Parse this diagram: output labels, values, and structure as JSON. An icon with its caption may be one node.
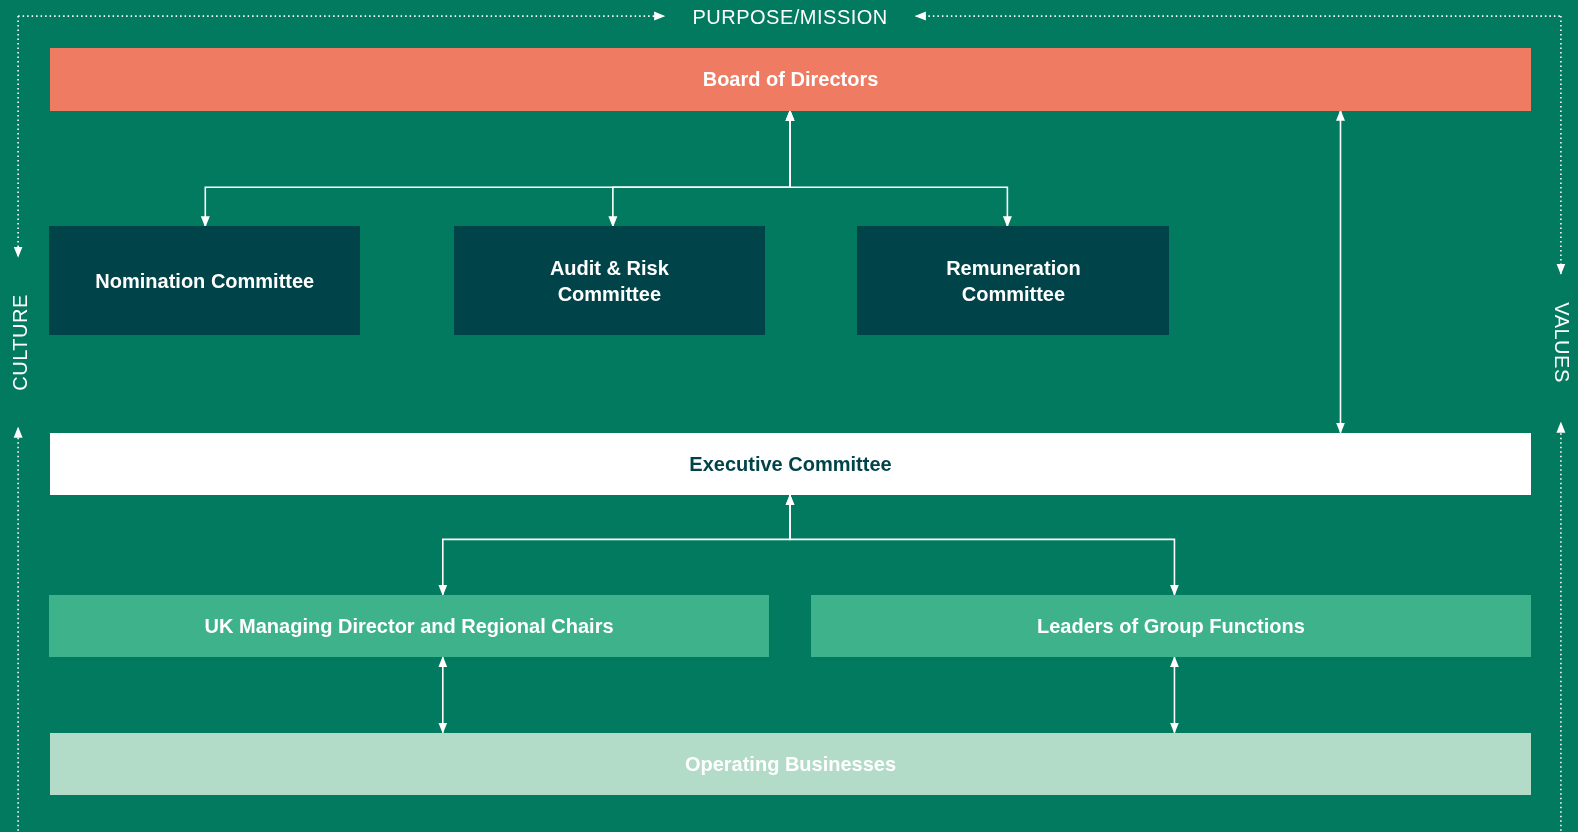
{
  "diagram": {
    "nodes": [
      {
        "text": [
          "Board of Directors"
        ]
      },
      {
        "text": [
          "Nomination Committee"
        ]
      },
      {
        "text": [
          "Audit & Risk Committee"
        ]
      },
      {
        "text": [
          "Remuneration Committee"
        ]
      },
      {
        "text": [
          "Executive Committee"
        ]
      },
      {
        "text": [
          "UK Managing Director and Regional Chairs"
        ]
      },
      {
        "text": [
          "Leaders of Group Functions"
        ]
      },
      {
        "text": [
          "Operating Businesses"
        ]
      }
    ],
    "edges": [
      {
        "from": 0,
        "to": 1,
        "arrow": "both"
      },
      {
        "from": 0,
        "to": 2,
        "arrow": "both"
      },
      {
        "from": 0,
        "to": 3,
        "arrow": "both"
      },
      {
        "from": 0,
        "to": 4,
        "arrow": "both"
      },
      {
        "from": 4,
        "to": 5,
        "arrow": "both"
      },
      {
        "from": 4,
        "to": 6,
        "arrow": "both"
      },
      {
        "from": 5,
        "to": 7,
        "arrow": "both"
      },
      {
        "from": 6,
        "to": 7,
        "arrow": "both"
      }
    ],
    "labels": [
      "PURPOSE/MISSION",
      "CULTURE",
      "VALUES"
    ]
  }
}
